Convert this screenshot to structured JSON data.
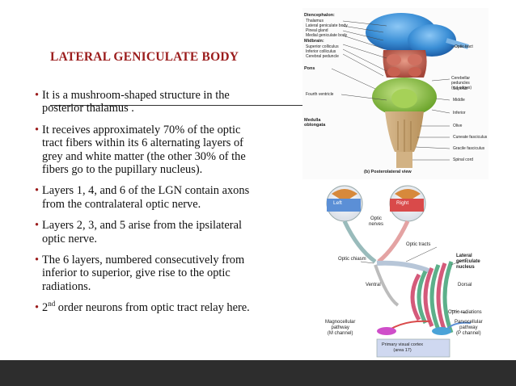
{
  "slide": {
    "title": "LATERAL GENICULATE BODY",
    "bullets": [
      {
        "text": "It is a mushroom-shaped structure in the\nposterior thalamus ."
      },
      {
        "text": "It receives approximately 70% of the optic\ntract fibers within its 6 alternating layers of\ngrey and white matter (the other 30% of the\nfibers go to the pupillary nucleus)."
      },
      {
        "text": "Layers 1, 4, and 6 of the LGN contain axons\nfrom the contralateral optic nerve."
      },
      {
        "text": "Layers 2, 3, and 5 arise from the ipsilateral\noptic nerve."
      },
      {
        "text": " The 6 layers, numbered consecutively from\ninferior to superior, give rise to the optic\nradiations."
      },
      {
        "pre": "2",
        "sup": "nd",
        "post": " order neurons from optic tract relay here."
      }
    ],
    "bullet_symbol": "•"
  },
  "figure_brainstem": {
    "labels": {
      "diencephalon": "Diencephalon:",
      "thalamus": "Thalamus",
      "lgb": "Lateral geniculate body",
      "pineal": "Pineal gland",
      "mgb": "Medial geniculate body",
      "midbrain": "Midbrain:",
      "sup_coll": "Superior colliculus",
      "inf_coll": "Inferior colliculus",
      "cerebral_ped": "Cerebral peduncle",
      "pons": "Pons",
      "fourth": "Fourth ventricle",
      "medulla": "Medulla\noblongata",
      "optic_tract": "Optic tract",
      "cerebellar_ped": "Cerebellar peduncles\n(cut edges)",
      "superior": "Superior",
      "middle": "Middle",
      "inferior": "Inferior",
      "olive": "Olive",
      "cuneate": "Cuneate fasciculus",
      "gracile": "Gracile fasciculus",
      "spinal": "Spinal cord",
      "caption": "(b) Posterolateral view"
    }
  },
  "figure_pathway": {
    "labels": {
      "left": "Left",
      "right": "Right",
      "optic_nerves": "Optic\nnerves",
      "optic_tracts": "Optic tracts",
      "optic_chiasm": "Optic chiasm",
      "lgn": "Lateral\ngeniculate\nnucleus",
      "ventral": "Ventral",
      "dorsal": "Dorsal",
      "optic_radiations": "Optic radiations",
      "magno": "Magnocellular\npathway\n(M channel)",
      "parvo": "Parvocellular\npathway\n(P channel)",
      "visual_cortex": "Primary visual cortex\n(area 17)"
    }
  },
  "colors": {
    "title": "#9b1c1c",
    "bullet": "#9b1c1c",
    "footer": "#2d2d2d",
    "thalamus_blue": "#3b8fd6",
    "midbrain_red": "#c0584a",
    "pons_green": "#8cc43c"
  }
}
